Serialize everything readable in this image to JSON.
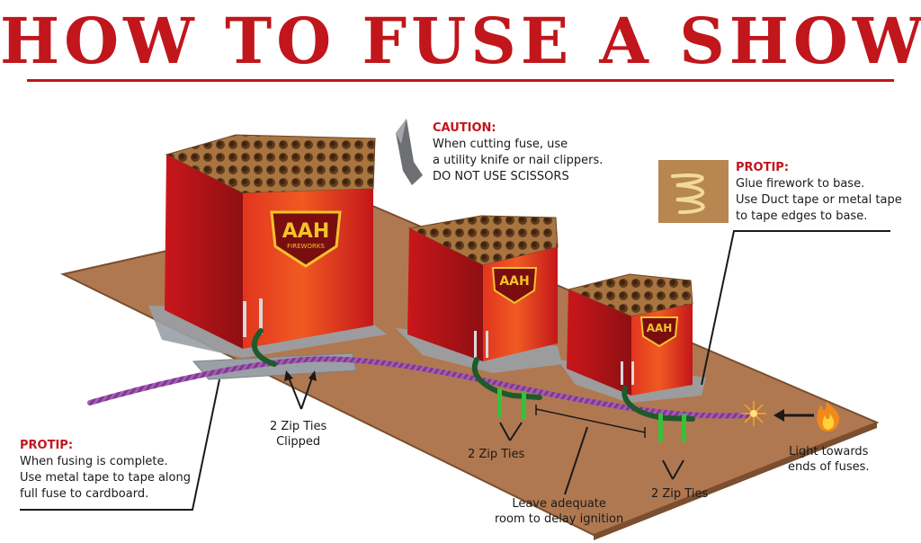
{
  "title": "HOW TO FUSE A SHOW",
  "brand": "AAH",
  "brand_sub": "FIREWORKS",
  "caution": {
    "heading": "CAUTION:",
    "lines": [
      "When cutting fuse, use",
      "a utility knife or nail clippers.",
      "DO NOT USE SCISSORS"
    ]
  },
  "protip_glue": {
    "heading": "PROTIP:",
    "lines": [
      "Glue firework to base.",
      "Use Duct tape or metal tape",
      "to tape edges to base."
    ]
  },
  "protip_tape": {
    "heading": "PROTIP:",
    "lines": [
      "When fusing is complete.",
      "Use metal tape to tape along",
      "full fuse to cardboard."
    ]
  },
  "labels": {
    "zip_clipped": [
      "2 Zip Ties",
      "Clipped"
    ],
    "zip_mid": "2 Zip Ties",
    "zip_right": "2 Zip Ties",
    "delay": [
      "Leave adequate",
      "room to delay ignition"
    ],
    "light": [
      "Light towards",
      "ends of fuses."
    ]
  },
  "icons": [
    "knife-icon",
    "glue-icon",
    "flame-icon",
    "spark-icon"
  ],
  "colors": {
    "title_red": "#c0161c",
    "board": "#b07850",
    "cake_red": "#d8261c",
    "tube_tan": "#9a6b3d",
    "fuse_purple": "#7d3a8c",
    "fuse_green": "#1f5a2a",
    "zip_green": "#37c13a",
    "tape_gray": "#9aa0a6"
  }
}
